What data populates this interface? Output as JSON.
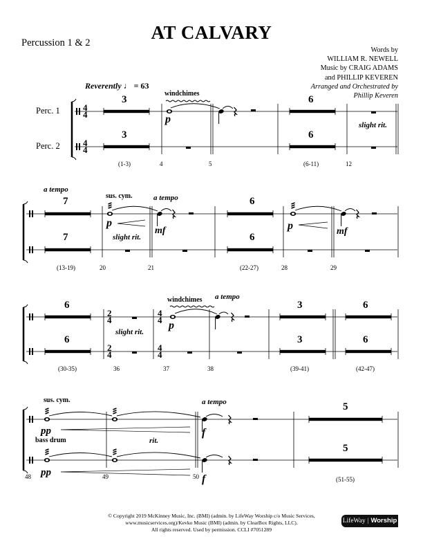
{
  "header": {
    "title": "AT CALVARY",
    "part_name": "Percussion 1 & 2",
    "credits": {
      "words_label": "Words by",
      "lyricist": "WILLIAM R. NEWELL",
      "music_by": "Music by CRAIG ADAMS",
      "composer2": "and PHILLIP KEVEREN",
      "arranged_label": "Arranged and Orchestrated by",
      "arranger": "Phillip Keveren"
    },
    "tempo": {
      "text": "Reverently",
      "note": "♩",
      "bpm": "= 63"
    }
  },
  "staves": {
    "perc1_label": "Perc. 1",
    "perc2_label": "Perc. 2"
  },
  "systems": [
    {
      "multirests": [
        {
          "count": "3",
          "range": "(1-3)"
        },
        {
          "count": "6",
          "range": "(6-11)"
        }
      ],
      "measure_numbers": [
        "4",
        "5",
        "12"
      ],
      "instrument_cues": [
        "windchimes"
      ],
      "dynamics": [
        "p"
      ],
      "expressions": [
        "slight rit."
      ],
      "time_signature": "4/4"
    },
    {
      "multirests": [
        {
          "count": "7",
          "range": "(13-19)"
        },
        {
          "count": "6",
          "range": "(22-27)"
        }
      ],
      "measure_numbers": [
        "20",
        "21",
        "28",
        "29"
      ],
      "instrument_cues": [
        "sus. cym."
      ],
      "dynamics": [
        "p",
        "mf",
        "p",
        "mf"
      ],
      "expressions": [
        "a tempo",
        "a tempo",
        "slight rit."
      ]
    },
    {
      "multirests": [
        {
          "count": "6",
          "range": "(30-35)"
        },
        {
          "count": "3",
          "range": "(39-41)"
        },
        {
          "count": "6",
          "range": "(42-47)"
        }
      ],
      "measure_numbers": [
        "36",
        "37",
        "38"
      ],
      "instrument_cues": [
        "windchimes"
      ],
      "dynamics": [
        "p"
      ],
      "expressions": [
        "slight rit.",
        "a tempo"
      ],
      "time_signatures": [
        "2/4",
        "4/4"
      ]
    },
    {
      "multirests": [
        {
          "count": "5",
          "range": "(51-55)"
        }
      ],
      "measure_numbers": [
        "48",
        "49",
        "50"
      ],
      "instrument_cues": [
        "sus. cym.",
        "bass drum"
      ],
      "dynamics": [
        "pp",
        "pp",
        "f",
        "f"
      ],
      "expressions": [
        "rit.",
        "a tempo"
      ]
    }
  ],
  "footer": {
    "copyright_line1": "© Copyright 2019 McKinney Music, Inc. (BMI) (admin. by LifeWay Worship c/o Music Services,",
    "copyright_line2": "www.musicservices.org)/Kevko Music (BMI) (admin. by ClearBox Rights, LLC).",
    "copyright_line3": "All rights reserved. Used by permission. CCLI #7051289",
    "logo_left": "LifeWay",
    "logo_sep": "|",
    "logo_right": "Worship"
  },
  "colors": {
    "ink": "#000000",
    "paper": "#ffffff",
    "logo_bg": "#111111"
  }
}
